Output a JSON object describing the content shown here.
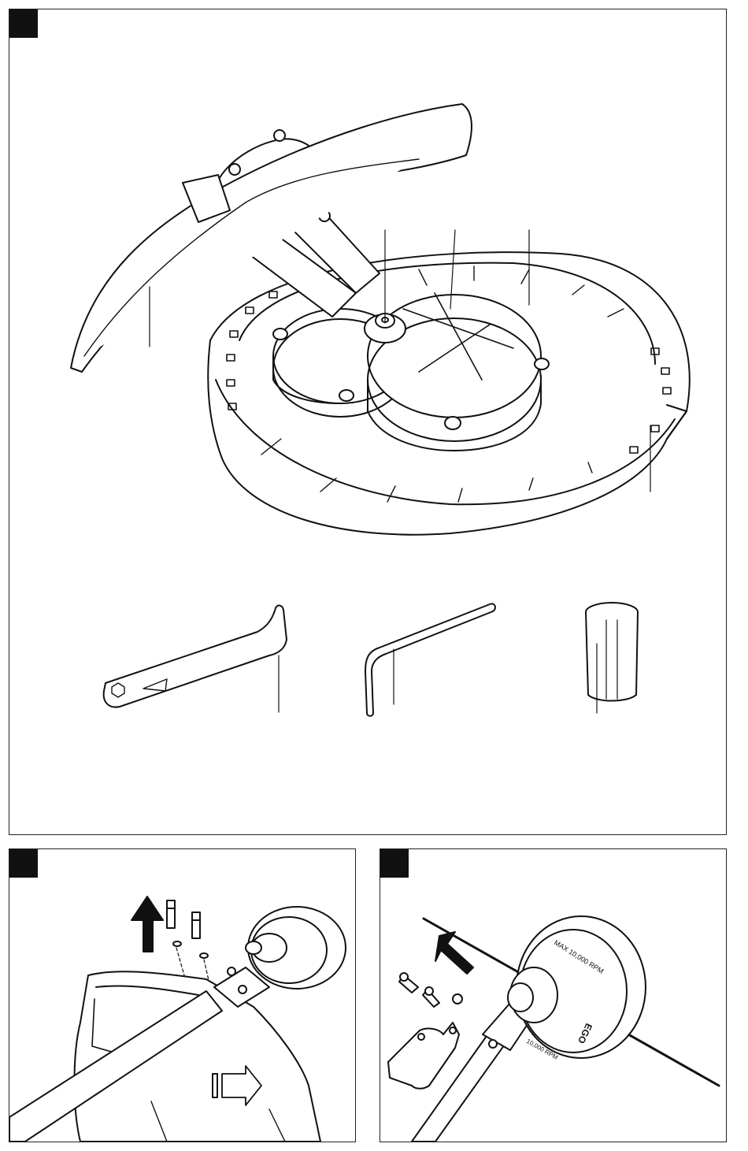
{
  "page": {
    "background": "#ffffff",
    "ink": "#111111",
    "panels": [
      {
        "id": "A",
        "label": "",
        "badge_color": "#111111",
        "content": "trimmer-guard-with-gear-head-and-tools"
      },
      {
        "id": "B",
        "label": "",
        "badge_color": "#111111",
        "content": "remove-bolts-from-guard-bracket"
      },
      {
        "id": "C",
        "label": "",
        "badge_color": "#111111",
        "content": "remove-bracket-from-shaft"
      }
    ]
  },
  "callouts": {
    "panel_a": [
      {
        "id": "guard-blade",
        "label": ""
      },
      {
        "id": "spindle",
        "label": ""
      },
      {
        "id": "gear-head",
        "label": ""
      },
      {
        "id": "guard-plate",
        "label": ""
      },
      {
        "id": "guard-rim",
        "label": ""
      },
      {
        "id": "wrench",
        "label": ""
      },
      {
        "id": "hex-key",
        "label": ""
      },
      {
        "id": "sleeve",
        "label": ""
      }
    ]
  },
  "icons": {
    "arrow_panel_b": "up-arrow-icon",
    "arrow_panel_c": "up-left-arrow-icon",
    "wrench_marking": "hex-icon"
  },
  "printed_text": {
    "guard_logo": "EGO",
    "head_rating_1": "MAX 10,000 RPM",
    "head_rating_2": "10,000 RPM",
    "head_logo": "EGO"
  }
}
